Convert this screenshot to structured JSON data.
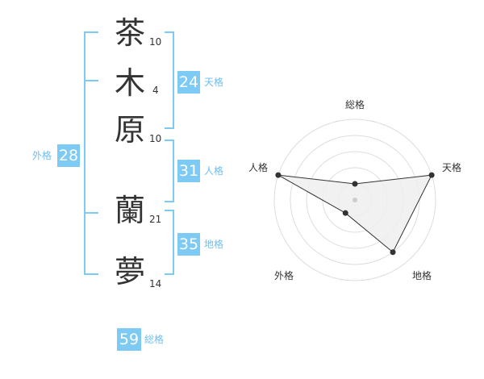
{
  "name_chars": [
    {
      "char": "茶",
      "strokes": "10"
    },
    {
      "char": "木",
      "strokes": "4"
    },
    {
      "char": "原",
      "strokes": "10"
    },
    {
      "char": "蘭",
      "strokes": "21"
    },
    {
      "char": "夢",
      "strokes": "14"
    }
  ],
  "scores": {
    "tenkaku": {
      "value": "24",
      "label": "天格"
    },
    "jinkaku": {
      "value": "31",
      "label": "人格"
    },
    "chikaku": {
      "value": "35",
      "label": "地格"
    },
    "gaikaku": {
      "value": "28",
      "label": "外格"
    },
    "soukaku": {
      "value": "59",
      "label": "総格"
    }
  },
  "colors": {
    "accent": "#7dcaf5",
    "label": "#6fbfef",
    "text": "#333333",
    "grid": "#dddddd",
    "fill": "#eeeeee"
  },
  "chart_data": {
    "type": "radar",
    "axes": [
      "総格",
      "天格",
      "地格",
      "外格",
      "人格"
    ],
    "values": [
      1,
      5,
      4,
      1,
      5
    ],
    "max": 5,
    "rings": 5
  }
}
